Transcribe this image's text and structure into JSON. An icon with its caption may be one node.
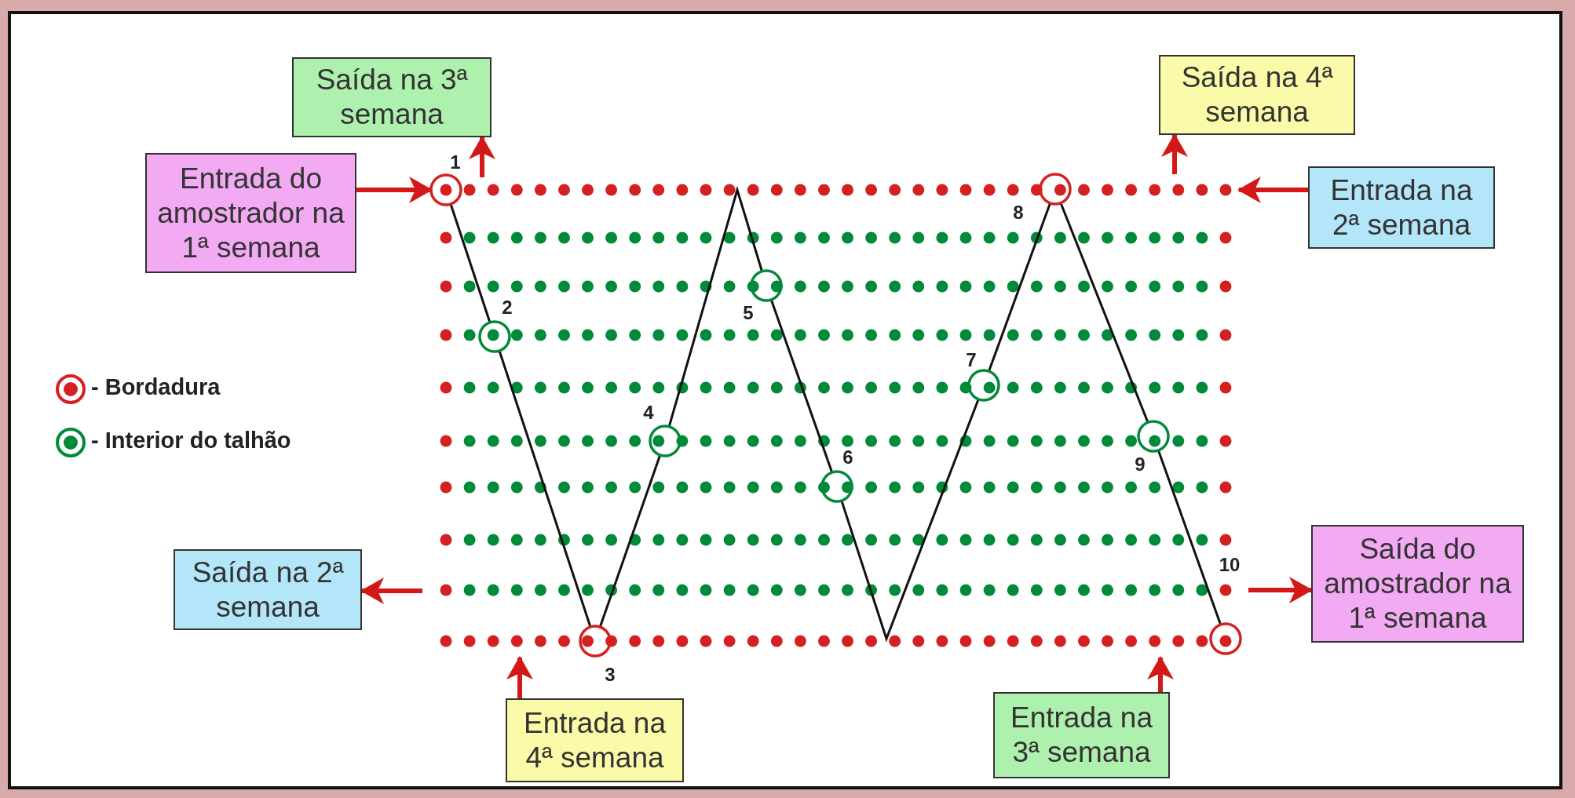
{
  "diagram": {
    "nodes": [
      {
        "text": [
          "Saída na 3ª semana"
        ]
      },
      {
        "text": [
          "Entrada do amostrador na 1ª semana"
        ]
      },
      {
        "text": [
          "Saída na 4ª semana"
        ]
      },
      {
        "text": [
          "Entrada na 2ª semana"
        ]
      },
      {
        "text": [
          "Saída na 2ª semana"
        ]
      },
      {
        "text": [
          "Saída do amostrador na 1ª semana"
        ]
      },
      {
        "text": [
          "Entrada na 4ª semana"
        ]
      },
      {
        "text": [
          "Entrada na 3ª semana"
        ]
      },
      {
        "text": [],
        "shape": "circle",
        "beside": [
          "1"
        ]
      },
      {
        "text": [],
        "shape": "circle",
        "beside": [
          "2"
        ]
      },
      {
        "text": [],
        "shape": "circle",
        "beside": [
          "3"
        ]
      },
      {
        "text": [],
        "shape": "circle",
        "beside": [
          "4"
        ]
      },
      {
        "text": [],
        "shape": "circle",
        "beside": [
          "5"
        ]
      },
      {
        "text": [],
        "shape": "circle",
        "beside": [
          "6"
        ]
      },
      {
        "text": [],
        "shape": "circle",
        "beside": [
          "7"
        ]
      },
      {
        "text": [],
        "shape": "circle",
        "beside": [
          "8"
        ]
      },
      {
        "text": [],
        "shape": "circle",
        "beside": [
          "9"
        ]
      },
      {
        "text": [],
        "shape": "circle",
        "beside": [
          "10"
        ]
      }
    ],
    "edges": [
      {
        "from": null,
        "to": 0,
        "arrow": "to",
        "color": "#d41818"
      },
      {
        "from": 1,
        "to": 8,
        "arrow": "to",
        "color": "#d41818"
      },
      {
        "from": null,
        "to": 2,
        "arrow": "to",
        "color": "#d41818"
      },
      {
        "from": 3,
        "to": null,
        "arrow": "to",
        "color": "#d41818"
      },
      {
        "from": null,
        "to": 4,
        "arrow": "to",
        "color": "#d41818"
      },
      {
        "from": null,
        "to": 5,
        "arrow": "to",
        "color": "#d41818"
      },
      {
        "from": 6,
        "to": null,
        "arrow": "to",
        "color": "#d41818"
      },
      {
        "from": 7,
        "to": null,
        "arrow": "to",
        "color": "#d41818"
      },
      {
        "from": 8,
        "to": 9,
        "arrow": "none"
      },
      {
        "from": 9,
        "to": 10,
        "arrow": "none"
      },
      {
        "from": 10,
        "to": 11,
        "arrow": "none"
      },
      {
        "from": 11,
        "to": 12,
        "arrow": "none"
      },
      {
        "from": 12,
        "to": 13,
        "arrow": "none"
      },
      {
        "from": 13,
        "to": 14,
        "arrow": "none"
      },
      {
        "from": 14,
        "to": 15,
        "arrow": "none"
      },
      {
        "from": 15,
        "to": 16,
        "arrow": "none"
      },
      {
        "from": 16,
        "to": 17,
        "arrow": "none"
      }
    ],
    "legend": [
      {
        "text": "- Bordadura",
        "color": "#d42020"
      },
      {
        "text": "- Interior do talhão",
        "color": "#008a3a"
      }
    ]
  }
}
